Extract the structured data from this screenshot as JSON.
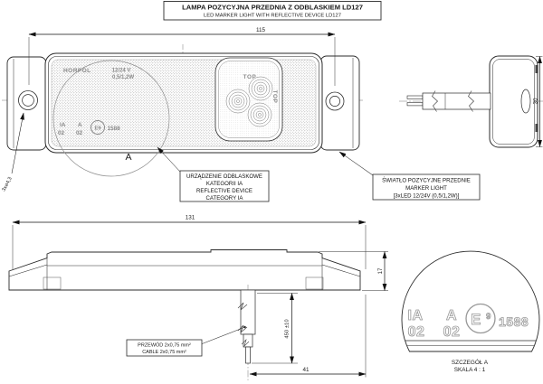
{
  "title": {
    "line1": "LAMPA POZYCYJNA PRZEDNIA Z ODBLASKIEM LD127",
    "line2": "LED MARKER LIGHT WITH REFLECTIVE DEVICE LD127"
  },
  "front_view": {
    "brand": "HORPOL",
    "voltage": "12/24 V",
    "power": "0,5/1,2W",
    "top_label": "TOP",
    "top_label_side": "TOP",
    "mark_ia": "IA",
    "mark_a": "A",
    "mark_02_left": "02",
    "mark_02_right": "02",
    "e_mark": "E9",
    "approval_number": "1588",
    "detail_letter": "A"
  },
  "dimensions": {
    "mounting_width": "115",
    "mounting_holes": "3x⌀4,3",
    "height": "30",
    "total_length": "131",
    "thickness": "17",
    "cable_length": "450 ±10",
    "cable_offset": "41"
  },
  "callout_reflective": {
    "l1": "URZĄDZENIE ODBLASKOWE",
    "l2": "KATEGORII IA",
    "l3": "REFLECTIVE DEVICE",
    "l4": "CATEGORY IA"
  },
  "callout_marker": {
    "l1": "ŚWIATŁO POZYCYJNE PRZEDNIE",
    "l2": "MARKER LIGHT",
    "l3": "[3xLED 12/24V (0,5/1,2W)]"
  },
  "callout_cable": {
    "l1": "PRZEWÓD 2x0,75 mm²",
    "l2": "CABLE 2x0,75 mm²"
  },
  "detail_view": {
    "mark_ia": "IA",
    "mark_02_left": "02",
    "mark_a": "A",
    "mark_02_right": "02",
    "e_letter": "E",
    "e_number": "9",
    "approval_number": "1588",
    "caption": "SZCZEGÓŁ A",
    "scale": "SKALA 4 : 1"
  }
}
